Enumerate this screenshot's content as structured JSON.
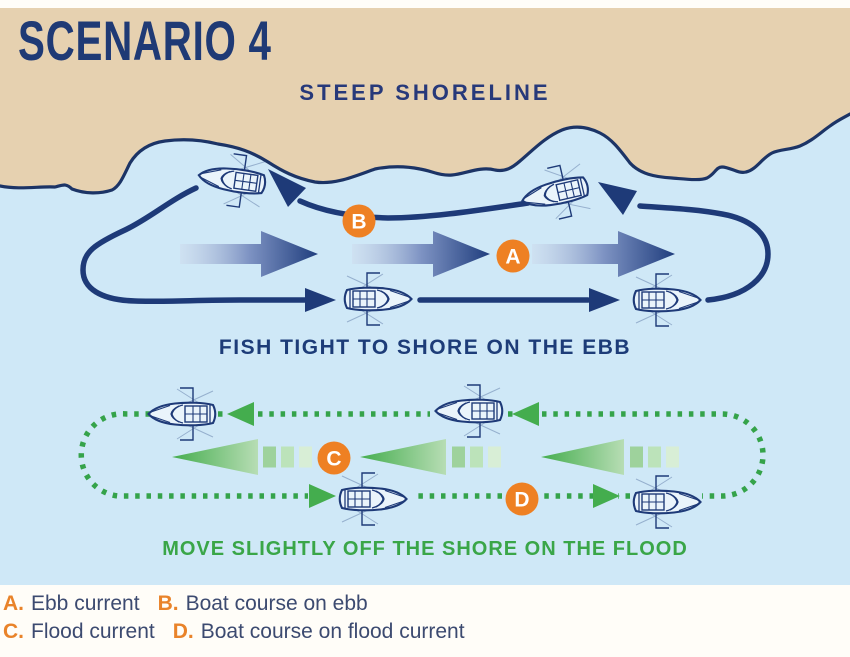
{
  "title": "SCENARIO 4",
  "subtitle": "STEEP SHORELINE",
  "ebb_section": {
    "caption": "FISH TIGHT TO SHORE ON THE EBB",
    "badge_a": "A",
    "badge_b": "B"
  },
  "flood_section": {
    "caption": "MOVE SLIGHTLY OFF THE SHORE ON THE FLOOD",
    "badge_c": "C",
    "badge_d": "D"
  },
  "legend": {
    "items": [
      {
        "key": "A.",
        "label": "Ebb current"
      },
      {
        "key": "B.",
        "label": "Boat course on ebb"
      },
      {
        "key": "C.",
        "label": "Flood current"
      },
      {
        "key": "D.",
        "label": "Boat course on flood current"
      }
    ]
  },
  "colors": {
    "sand": "#e6d1b0",
    "water": "#cfe8f7",
    "navy": "#1e3a78",
    "coast_outline": "#1c3466",
    "ebb_arrow_dark": "#203e7e",
    "flood_green": "#3aa648",
    "dot_green": "#35a34a",
    "badge_orange": "#ee8023",
    "legend_key_orange": "#e9832a",
    "legend_text": "#3c4a70",
    "background": "#fffdf8"
  }
}
